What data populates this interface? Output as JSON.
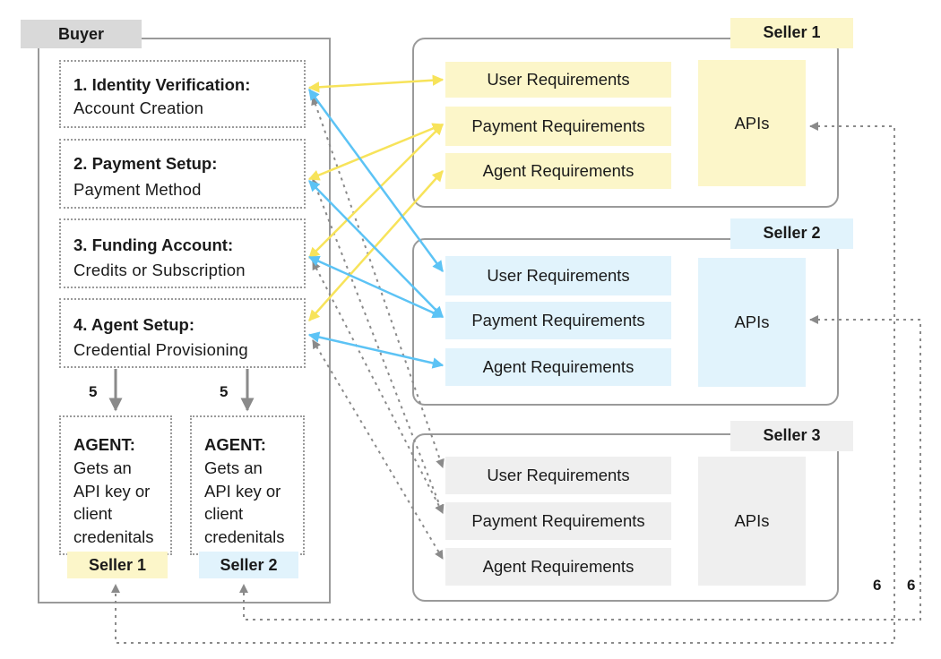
{
  "buyer": {
    "label": "Buyer",
    "steps": [
      {
        "title": "1. Identity Verification:",
        "subtitle": "Account Creation"
      },
      {
        "title": "2. Payment Setup:",
        "subtitle": "Payment Method"
      },
      {
        "title": "3. Funding Account:",
        "subtitle": "Credits or Subscription"
      },
      {
        "title": "4. Agent Setup:",
        "subtitle": "Credential Provisioning"
      }
    ],
    "step5_labels": [
      "5",
      "5"
    ],
    "agents": [
      {
        "title": "AGENT:",
        "lines": [
          "Gets an",
          "API key or",
          "client",
          "credenitals"
        ],
        "seller_badge": "Seller 1"
      },
      {
        "title": "AGENT:",
        "lines": [
          "Gets an",
          "API key or",
          "client",
          "credenitals"
        ],
        "seller_badge": "Seller 2"
      }
    ]
  },
  "sellers": [
    {
      "label": "Seller 1",
      "requirements": [
        "User Requirements",
        "Payment Requirements",
        "Agent Requirements"
      ],
      "apis_label": "APIs",
      "color": "#fcf6c9"
    },
    {
      "label": "Seller 2",
      "requirements": [
        "User Requirements",
        "Payment Requirements",
        "Agent Requirements"
      ],
      "apis_label": "APIs",
      "color": "#e1f3fc"
    },
    {
      "label": "Seller 3",
      "requirements": [
        "User Requirements",
        "Payment Requirements",
        "Agent Requirements"
      ],
      "apis_label": "APIs",
      "color": "#efefef"
    }
  ],
  "step6_labels": [
    "6",
    "6"
  ],
  "colors": {
    "seller1_arrows": "#f7e35a",
    "seller2_arrows": "#5cc3f5",
    "seller3_arrows": "#9a9a9a",
    "border": "#9a9a9a"
  }
}
